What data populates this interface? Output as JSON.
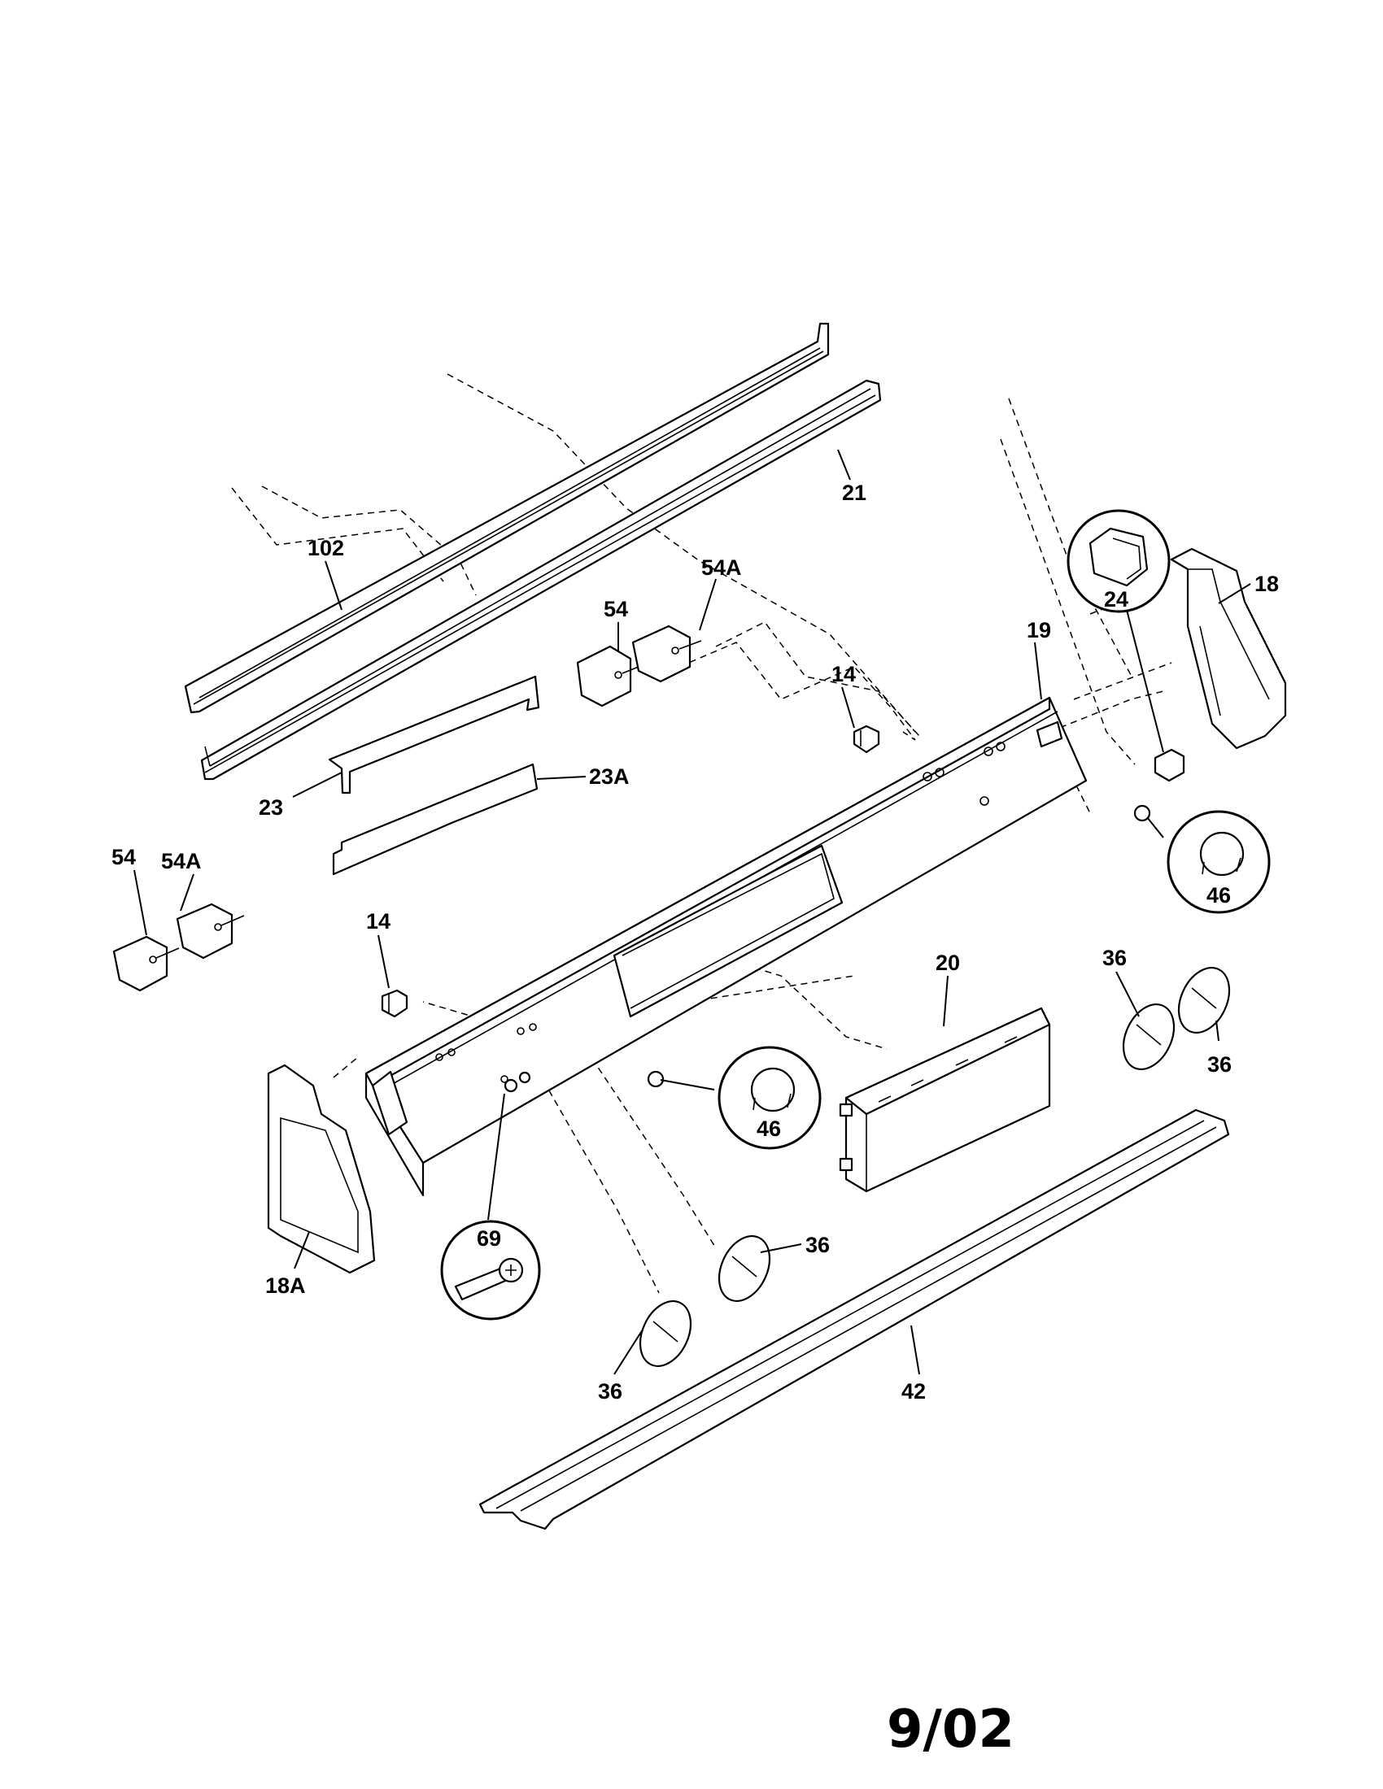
{
  "diagram": {
    "colors": {
      "ink": "#000000",
      "paper": "#ffffff"
    },
    "labels": {
      "p102": "102",
      "p21": "21",
      "p54_top": "54",
      "p54a_top": "54A",
      "p24": "24",
      "p18": "18",
      "p19": "19",
      "p14_top": "14",
      "p23": "23",
      "p23a": "23A",
      "p54a_left": "54A",
      "p54_left": "54",
      "p14_left": "14",
      "p46_right": "46",
      "p20": "20",
      "p36_a": "36",
      "p36_b": "36",
      "p46_mid": "46",
      "p69": "69",
      "p36_c": "36",
      "p18a": "18A",
      "p36_d": "36",
      "p42": "42"
    },
    "footer_date": "9/02"
  }
}
